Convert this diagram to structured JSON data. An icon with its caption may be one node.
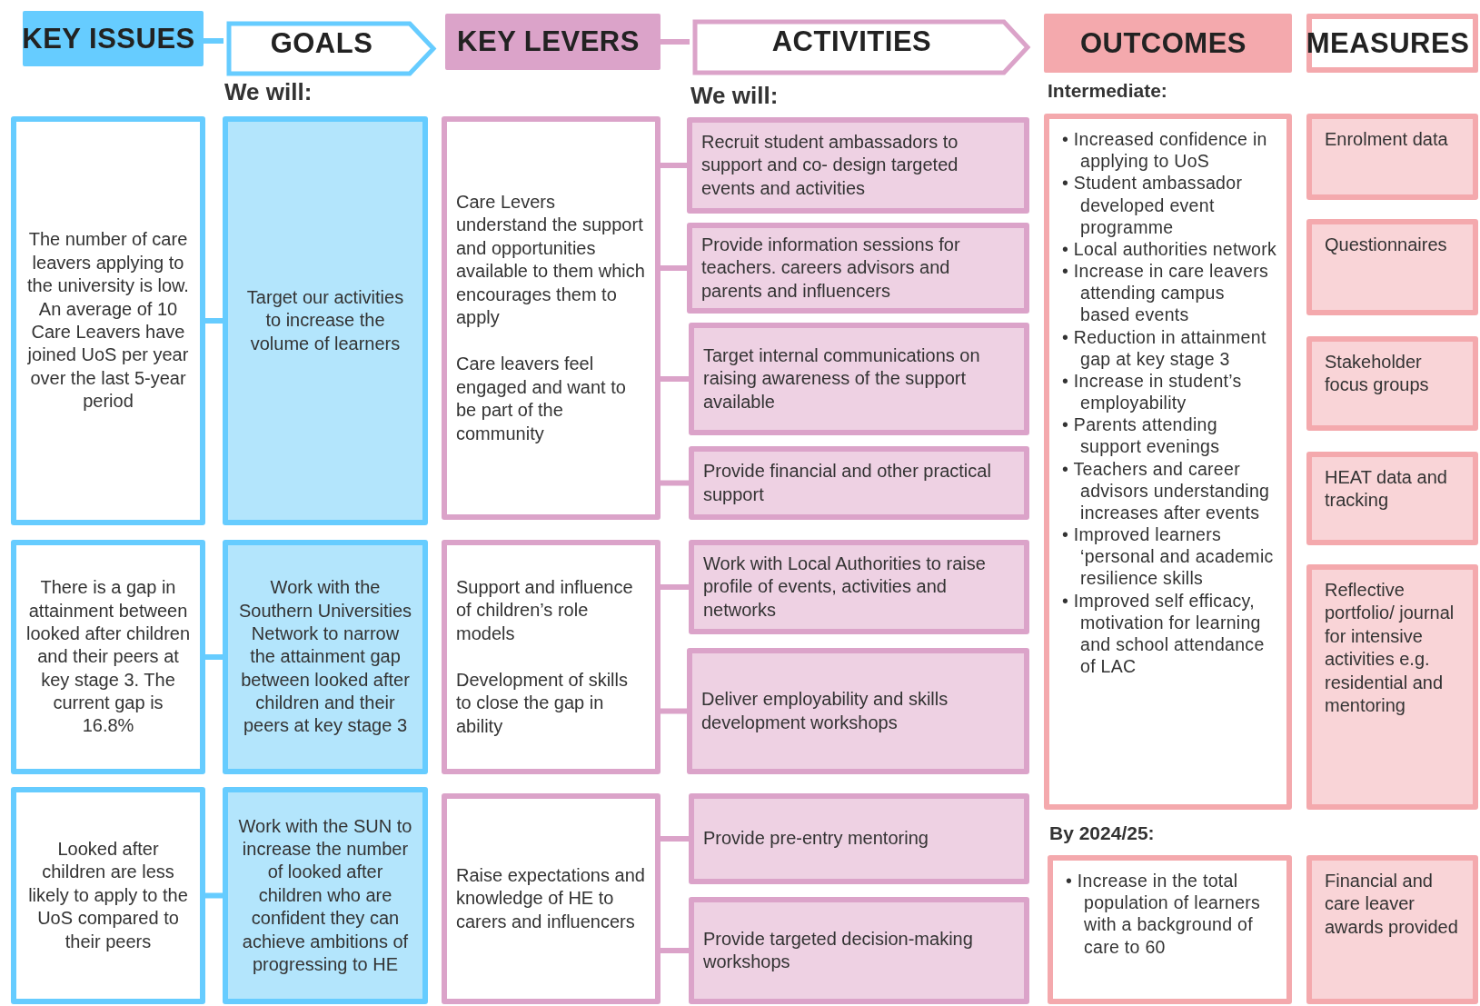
{
  "diagram": {
    "nodes": [
      {
        "text": [
          "KEY ISSUES"
        ]
      },
      {
        "text": [
          "GOALS"
        ]
      },
      {
        "text": [
          "KEY LEVERS"
        ]
      },
      {
        "text": [
          "ACTIVITIES"
        ]
      },
      {
        "text": [
          "OUTCOMES"
        ]
      },
      {
        "text": [
          "MEASURES"
        ]
      },
      {
        "text": [
          "The number of care leavers applying to the university is low. An average of 10 Care Leavers have joined UoS per year over the last 5-year period"
        ]
      },
      {
        "text": [
          "There is a gap in attainment between looked after children and their peers at key stage 3. The current gap is 16.8%"
        ]
      },
      {
        "text": [
          "Looked after children are less likely to apply to the UoS compared to their peers"
        ]
      },
      {
        "text": [
          "Target our activities to increase the volume of learners"
        ]
      },
      {
        "text": [
          "Work with the Southern Universities Network to narrow the attainment gap between looked after children and their peers at key stage 3"
        ]
      },
      {
        "text": [
          "Work with the SUN to increase the number of looked after children who are confident they can achieve ambitions of progressing to HE"
        ]
      },
      {
        "text": [
          "Care Levers understand the support  and opportunities available to them which encourages them to apply",
          "Care leavers feel engaged and want to be part of the community"
        ]
      },
      {
        "text": [
          "Support and influence  of children’s role models",
          "Development of skills to close the gap in ability"
        ]
      },
      {
        "text": [
          "Raise expectations and knowledge of HE to carers and influencers"
        ]
      },
      {
        "text": [
          "Recruit student ambassadors to support  and co-  design targeted events and activities"
        ]
      },
      {
        "text": [
          "Provide information sessions for teachers.  careers advisors and parents and influencers"
        ]
      },
      {
        "text": [
          "Target internal communications on raising awareness of the support available"
        ]
      },
      {
        "text": [
          "Provide financial and other practical support"
        ]
      },
      {
        "text": [
          "Work with Local Authorities to raise profile of events, activities and networks"
        ]
      },
      {
        "text": [
          "Deliver employability and skills development workshops"
        ]
      },
      {
        "text": [
          "Provide pre-entry mentoring"
        ]
      },
      {
        "text": [
          "Provide targeted decision-making workshops"
        ]
      },
      {
        "text": [
          "• Increased confidence in applying to UoS",
          "• Student ambassador developed event programme",
          "• Local authorities network",
          "• Increase in care leavers attending campus based events",
          "• Reduction in attainment gap at key stage 3",
          "• Increase in student’s employability",
          "• Parents attending support evenings",
          "• Teachers and career advisors understanding increases after events",
          "• Improved learners ‘personal and academic resilience skills",
          "• Improved self efficacy, motivation for learning and school attendance of LAC"
        ]
      },
      {
        "text": [
          "• Increase in the total population of learners with a background of care to 60"
        ]
      },
      {
        "text": [
          "Enrolment data"
        ]
      },
      {
        "text": [
          "Questionnaires"
        ]
      },
      {
        "text": [
          "Stakeholder focus groups"
        ]
      },
      {
        "text": [
          "HEAT data and tracking"
        ]
      },
      {
        "text": [
          "Reflective portfolio/ journal for intensive activities e.g. residential and mentoring"
        ]
      },
      {
        "text": [
          "Financial and care leaver awards provided"
        ]
      }
    ],
    "edges": [
      {
        "from": 0,
        "to": 1,
        "arrow": "none",
        "color": "#66ccff"
      },
      {
        "from": 2,
        "to": 3,
        "arrow": "none"
      },
      {
        "from": 6,
        "to": 9,
        "arrow": "none",
        "color": "#66ccff"
      },
      {
        "from": 7,
        "to": 10,
        "arrow": "none",
        "color": "#66ccff"
      },
      {
        "from": 8,
        "to": 11,
        "arrow": "none",
        "color": "#66ccff"
      },
      {
        "from": 12,
        "to": 15,
        "arrow": "none"
      },
      {
        "from": 12,
        "to": 16,
        "arrow": "none"
      },
      {
        "from": 12,
        "to": 17,
        "arrow": "none"
      },
      {
        "from": 12,
        "to": 18,
        "arrow": "none"
      },
      {
        "from": 13,
        "to": 19,
        "arrow": "none"
      },
      {
        "from": 13,
        "to": 20,
        "arrow": "none"
      },
      {
        "from": 14,
        "to": 21,
        "arrow": "none"
      },
      {
        "from": 14,
        "to": 22,
        "arrow": "none"
      }
    ],
    "labels": [
      "We will:",
      "We will:",
      "Intermediate:",
      "By 2024/25:"
    ]
  }
}
